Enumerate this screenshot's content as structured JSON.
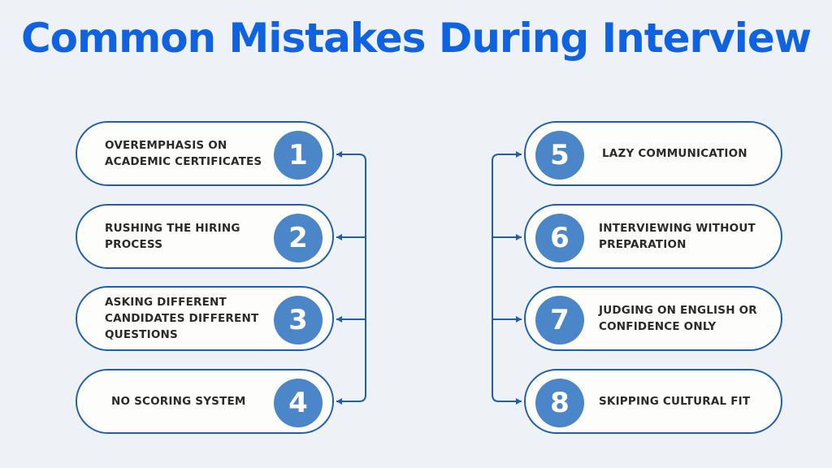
{
  "title": "Common Mistakes During Interview",
  "colors": {
    "title": "#0f62e0",
    "accent": "#4a86c8",
    "border": "#1f5fb0",
    "background": "#eef1f5"
  },
  "left_items": [
    {
      "number": "1",
      "text": "OVEREMPHASIS ON ACADEMIC CERTIFICATES"
    },
    {
      "number": "2",
      "text": "RUSHING THE HIRING PROCESS"
    },
    {
      "number": "3",
      "text": "ASKING DIFFERENT CANDIDATES DIFFERENT QUESTIONS"
    },
    {
      "number": "4",
      "text": "NO SCORING SYSTEM"
    }
  ],
  "right_items": [
    {
      "number": "5",
      "text": "LAZY COMMUNICATION"
    },
    {
      "number": "6",
      "text": "INTERVIEWING WITHOUT PREPARATION"
    },
    {
      "number": "7",
      "text": "JUDGING ON ENGLISH OR CONFIDENCE ONLY"
    },
    {
      "number": "8",
      "text": "SKIPPING CULTURAL FIT"
    }
  ]
}
